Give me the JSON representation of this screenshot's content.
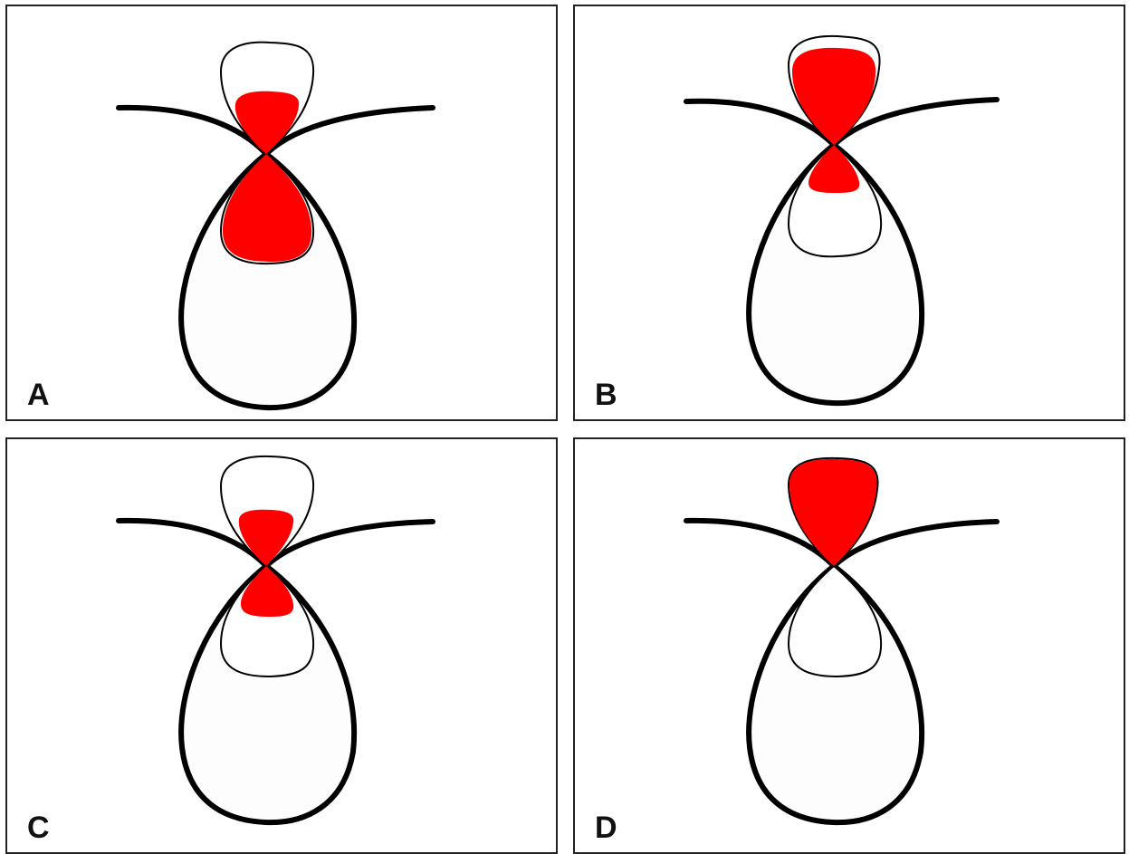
{
  "colors": {
    "fill": "#ff0000",
    "outline": "#000000"
  },
  "panels": [
    {
      "label": "A",
      "upper_lobe": "partial",
      "lower_lobe": "full"
    },
    {
      "label": "B",
      "upper_lobe": "full",
      "lower_lobe": "partial"
    },
    {
      "label": "C",
      "upper_lobe": "partial",
      "lower_lobe": "partial"
    },
    {
      "label": "D",
      "upper_lobe": "full",
      "lower_lobe": "none"
    }
  ]
}
